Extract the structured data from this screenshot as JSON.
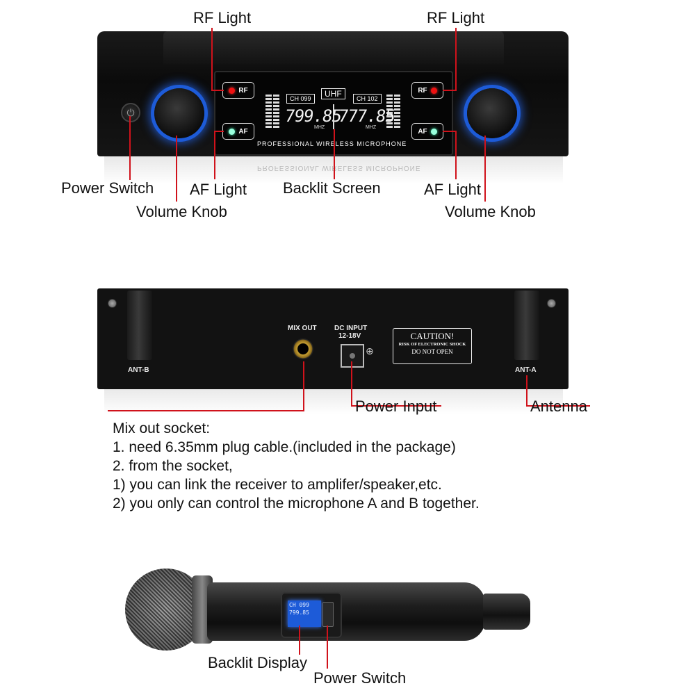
{
  "front_panel": {
    "rf_label": "RF",
    "af_label": "AF",
    "channel_left": "CH 099",
    "channel_right": "CH 102",
    "band": "UHF",
    "freq_left": "799.85",
    "freq_right": "777.85",
    "unit": "MHZ",
    "brand_line": "PROFESSIONAL WIRELESS MICROPHONE"
  },
  "front_callouts": {
    "rf_light_left": "RF Light",
    "rf_light_right": "RF Light",
    "power_switch": "Power Switch",
    "af_light_left": "AF Light",
    "backlit_screen": "Backlit Screen",
    "af_light_right": "AF Light",
    "volume_knob_left": "Volume Knob",
    "volume_knob_right": "Volume Knob"
  },
  "back_panel": {
    "ant_b": "ANT-B",
    "ant_a": "ANT-A",
    "mix_out": "MIX OUT",
    "dc_input": "DC INPUT",
    "dc_voltage": "12-18V",
    "caution_title": "CAUTION!",
    "caution_line1": "RISK OF ELECTRONIC SHOCK",
    "caution_line2": "DO NOT OPEN"
  },
  "back_callouts": {
    "power_input": "Power Input",
    "antenna": "Antenna"
  },
  "mix_out_notes": [
    "Mix out socket:",
    "1. need 6.35mm plug cable.(included in the package)",
    "2. from the socket,",
    "1) you can link the receiver to amplifer/speaker,etc.",
    "2) you only can control the microphone A and B together."
  ],
  "microphone": {
    "lcd_line1": "CH 099",
    "lcd_line2": "799.85",
    "backlit_display": "Backlit Display",
    "power_switch": "Power Switch"
  },
  "colors": {
    "callout_line": "#d0121b",
    "knob_glow": "#1d5bd8",
    "rf_led": "#e11111",
    "af_led": "#99ffdd"
  }
}
